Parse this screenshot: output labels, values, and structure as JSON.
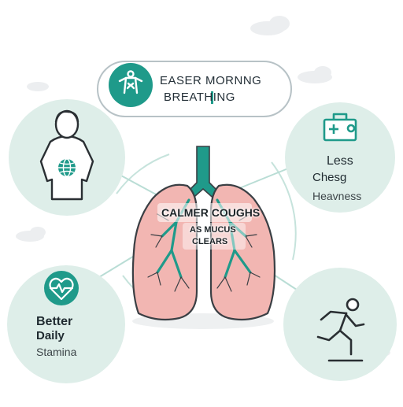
{
  "colors": {
    "teal": "#1f9a8a",
    "circle_fill": "#deeee9",
    "lung_fill": "#f2b6b2",
    "lung_outline": "#3a3f44",
    "connector": "#b9ddd5",
    "cloud": "#eceef0"
  },
  "top_pill": {
    "icon": "person-lungs-icon",
    "line1": "EASER MORNNG",
    "line2": "BREATHING"
  },
  "top_left_node": {
    "icon": "person-globe-shirt-icon"
  },
  "right_node": {
    "icon": "medical-bag-icon",
    "line1": "Less",
    "line2": "Chesg",
    "line3": "Heavness"
  },
  "left_node": {
    "icon": "heart-pulse-icon",
    "line1": "Better",
    "line2": "Daily",
    "line3": "Stamina"
  },
  "bottom_right_node": {
    "icon": "running-person-icon"
  },
  "center": {
    "icon": "lungs-icon",
    "line1": "CALMER COUGHS",
    "line2": "AS MUCUS",
    "line3": "CLEARS"
  }
}
